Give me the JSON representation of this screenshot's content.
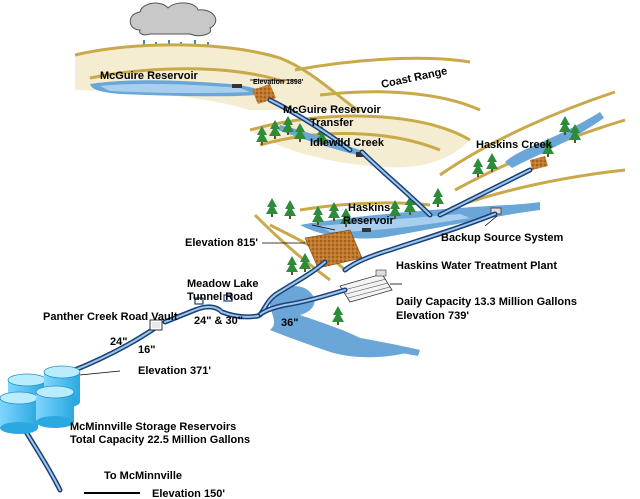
{
  "labels": {
    "mcguire_reservoir": "McGuire Reservoir",
    "elevation_1898": "Elevation 1898'",
    "coast_range": "Coast Range",
    "mcguire_transfer_line1": "McGuire Reservoir",
    "mcguire_transfer_line2": "Transfer",
    "idlewild_creek": "Idlewild Creek",
    "haskins_creek": "Haskins Creek",
    "haskins_reservoir_line1": "Haskins",
    "haskins_reservoir_line2": "Reservoir",
    "elevation_815": "Elevation 815'",
    "backup_source": "Backup Source System",
    "meadow_lake_line1": "Meadow Lake",
    "meadow_lake_line2": "Tunnel Road",
    "panther_creek": "Panther Creek Road Vault",
    "treatment_line1": "Haskins Water Treatment Plant",
    "treatment_line2": "Daily Capacity 13.3 Million Gallons",
    "treatment_line3": "Elevation 739'",
    "pipe_24_30": "24\" & 30\"",
    "pipe_36": "36\"",
    "pipe_24": "24\"",
    "pipe_16": "16\"",
    "elevation_371": "Elevation 371'",
    "storage_line1": "McMinnville Storage Reservoirs",
    "storage_line2": "Total Capacity 22.5 Million Gallons",
    "to_mcminnville": "To McMinnville",
    "elevation_150": "Elevation 150'"
  },
  "colors": {
    "pipe": "#1b3f7a",
    "water": "#6aa6d8",
    "ridge": "#c9a94a",
    "dam": "#b5651d",
    "tree": "#2e8b3a",
    "tank": "#4fc3f7"
  }
}
